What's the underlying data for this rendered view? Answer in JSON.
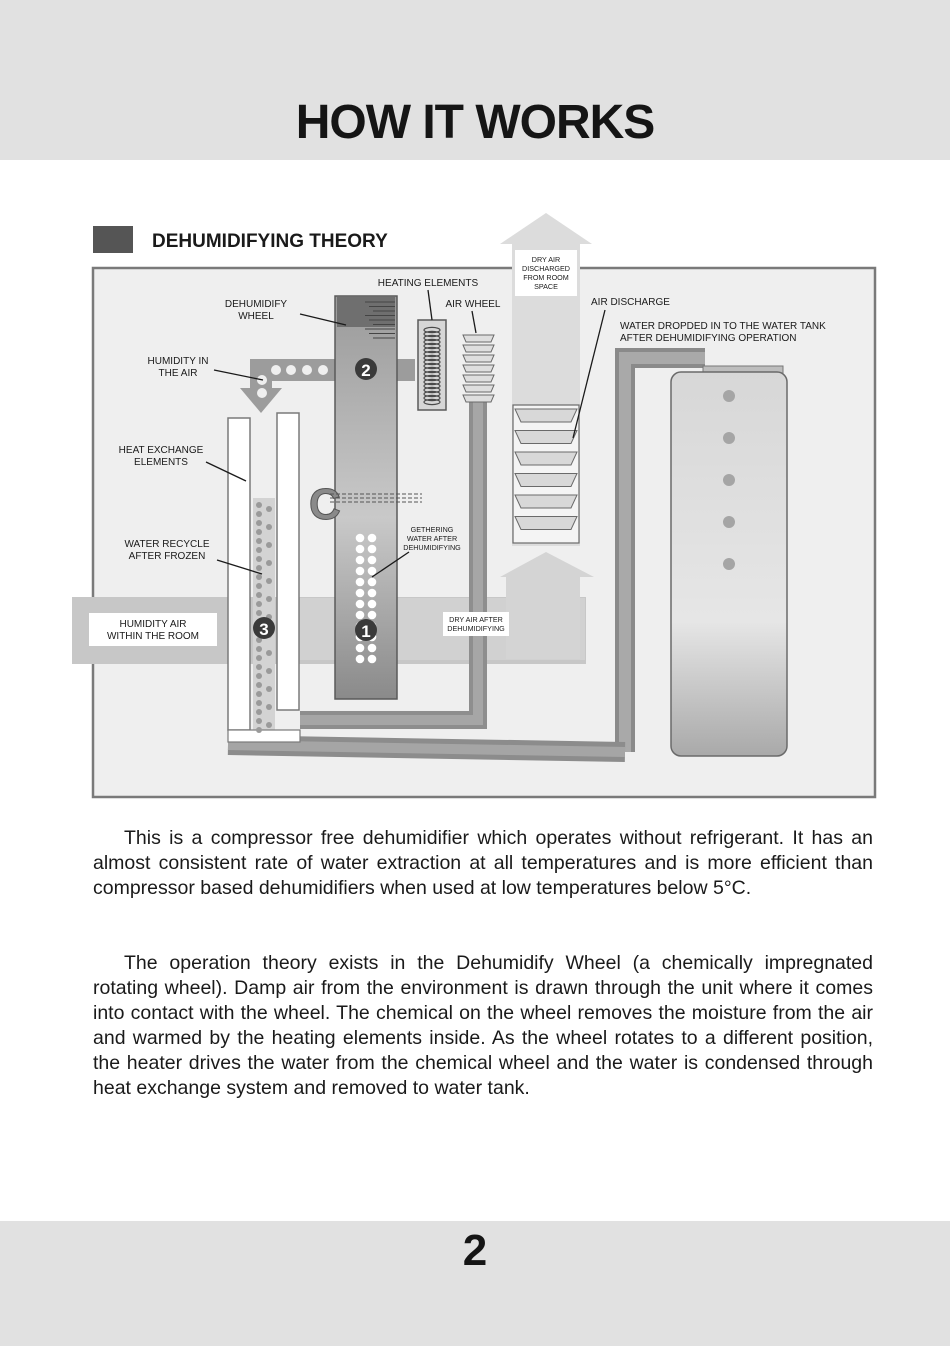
{
  "header": {
    "title": "HOW IT WORKS"
  },
  "section": {
    "title": "DEHUMIDIFYING THEORY"
  },
  "diagram": {
    "labels": {
      "dry_air_discharged": [
        "DRY AIR",
        "DISCHARGED",
        "FROM ROOM",
        "SPACE"
      ],
      "heating_elements": "HEATING ELEMENTS",
      "dehumidify_wheel": [
        "DEHUMIDIFY",
        "WHEEL"
      ],
      "air_wheel": "AIR WHEEL",
      "air_discharge": "AIR DISCHARGE",
      "water_dropped": [
        "WATER DROPDED IN TO THE WATER TANK",
        "AFTER DEHUMIDIFYING OPERATION"
      ],
      "humidity_in_air": [
        "HUMIDITY IN",
        "THE AIR"
      ],
      "heat_exchange": [
        "HEAT EXCHANGE",
        "ELEMENTS"
      ],
      "gathering_water": [
        "GETHERING",
        "WATER AFTER",
        "DEHUMIDIFYING"
      ],
      "water_recycle": [
        "WATER RECYCLE",
        "AFTER FROZEN"
      ],
      "humidity_air_room": [
        "HUMIDITY AIR",
        "WITHIN THE ROOM"
      ],
      "dry_air_after": [
        "DRY AIR AFTER",
        "DEHUMIDIFYING"
      ]
    },
    "markers": [
      "1",
      "2",
      "3"
    ]
  },
  "body": {
    "paragraph_1": "This is a compressor free dehumidifier which operates without refrigerant. It has an almost consistent rate of water extraction at all temperatures and is more efficient than compressor based dehumidifiers when used at low temperatures below 5°C.",
    "paragraph_2": "The operation theory exists in the Dehumidify Wheel (a chemically impregnated rotating wheel).  Damp air from the environment is drawn through the unit where it comes into contact with the wheel.  The chemical on the wheel removes the moisture from the air and warmed by the heating elements inside. As the wheel rotates to a different position, the heater drives the water from the chemical wheel and the water is condensed through heat exchange system and removed to water tank."
  },
  "footer": {
    "page_number": "2"
  }
}
